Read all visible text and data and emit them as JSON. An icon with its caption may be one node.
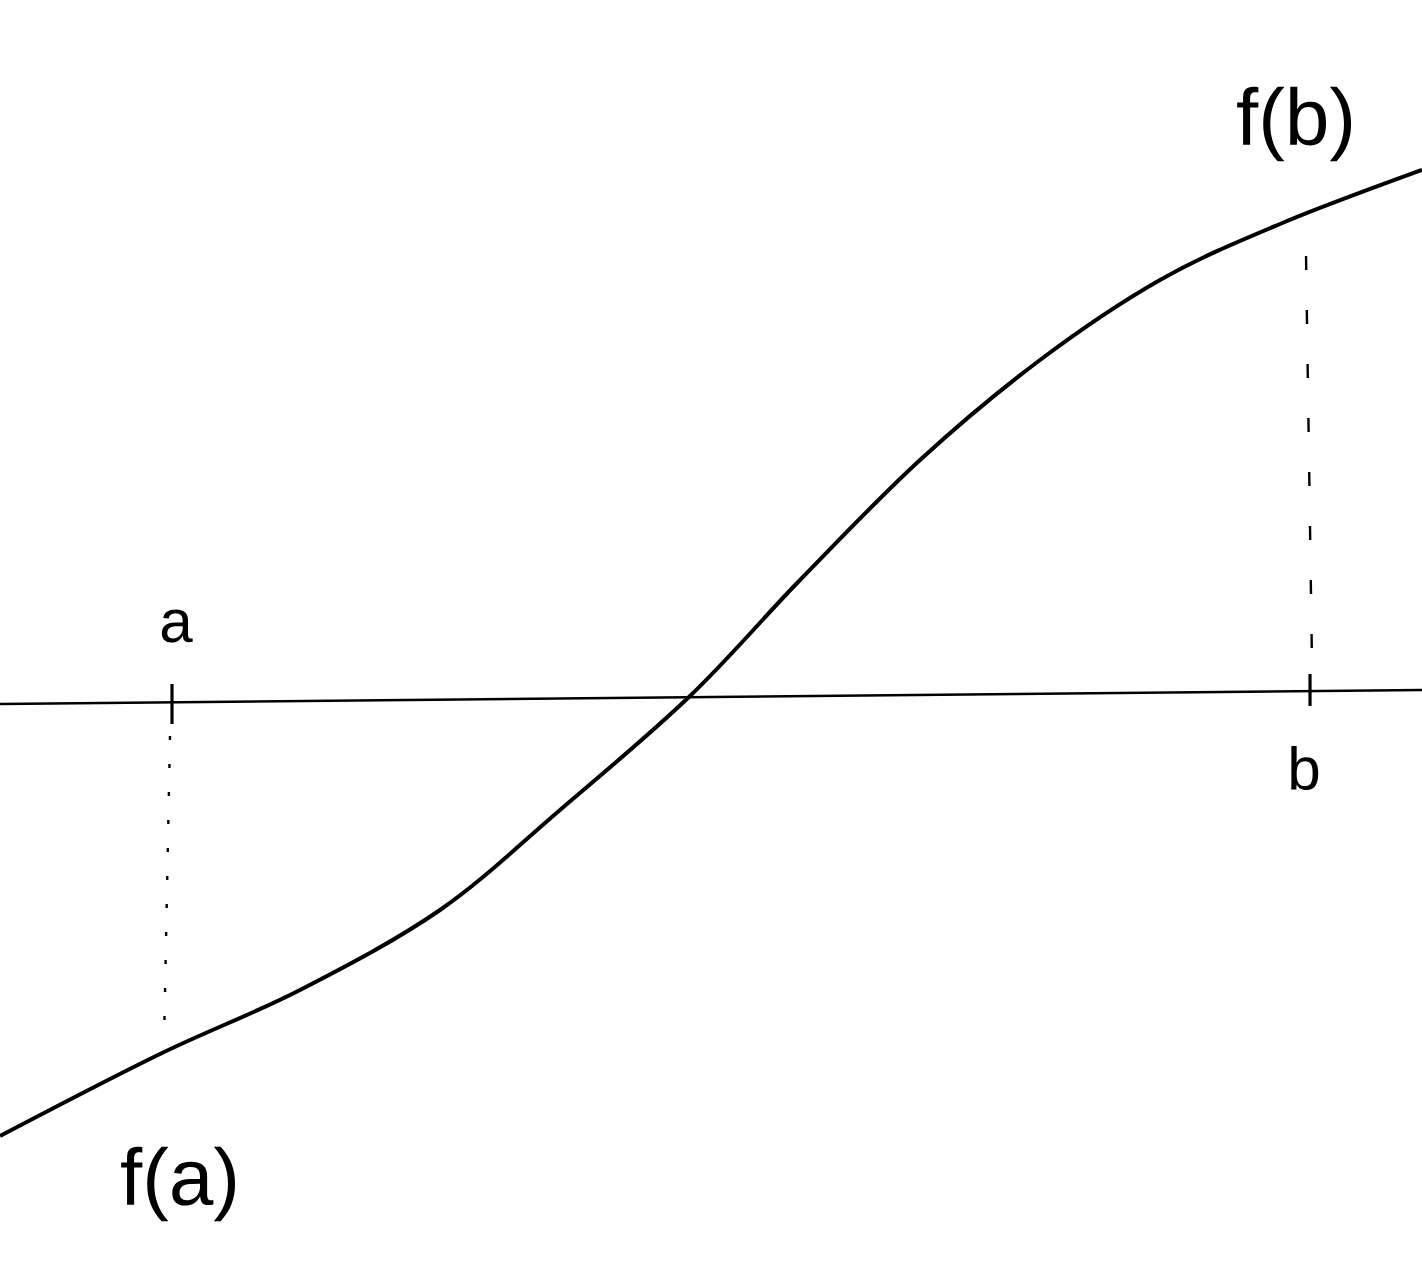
{
  "diagram": {
    "labels": [
      "f(b)",
      "a",
      "b",
      "f(a)"
    ]
  }
}
